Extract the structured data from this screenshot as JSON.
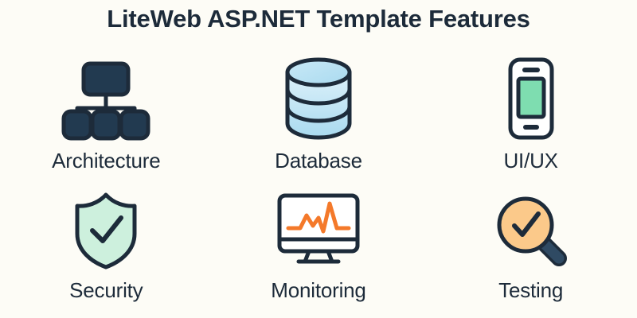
{
  "page": {
    "title": "LiteWeb ASP.NET Template Features",
    "background_color": "#fdfcf6",
    "ink_color": "#1d2b3a"
  },
  "palette": {
    "ink": "#1d2b3a",
    "dark_fill": "#223a50",
    "database_blue_light": "#d8eef9",
    "database_blue": "#a9daef",
    "mint_screen": "#7eddb0",
    "mint_shield": "#cdf0dd",
    "peach_lens": "#fbc98a",
    "chart_orange": "#f4792a",
    "handle_slate": "#2f4a63",
    "panel_white": "#ffffff"
  },
  "features": [
    {
      "label": "Architecture",
      "icon": "hierarchy-icon",
      "accent": "#223a50"
    },
    {
      "label": "Database",
      "icon": "database-cylinder-icon",
      "accent": "#a9daef"
    },
    {
      "label": "UI/UX",
      "icon": "smartphone-icon",
      "accent": "#7eddb0"
    },
    {
      "label": "Security",
      "icon": "shield-check-icon",
      "accent": "#cdf0dd"
    },
    {
      "label": "Monitoring",
      "icon": "monitor-chart-icon",
      "accent": "#f4792a"
    },
    {
      "label": "Testing",
      "icon": "magnifier-check-icon",
      "accent": "#fbc98a"
    }
  ]
}
